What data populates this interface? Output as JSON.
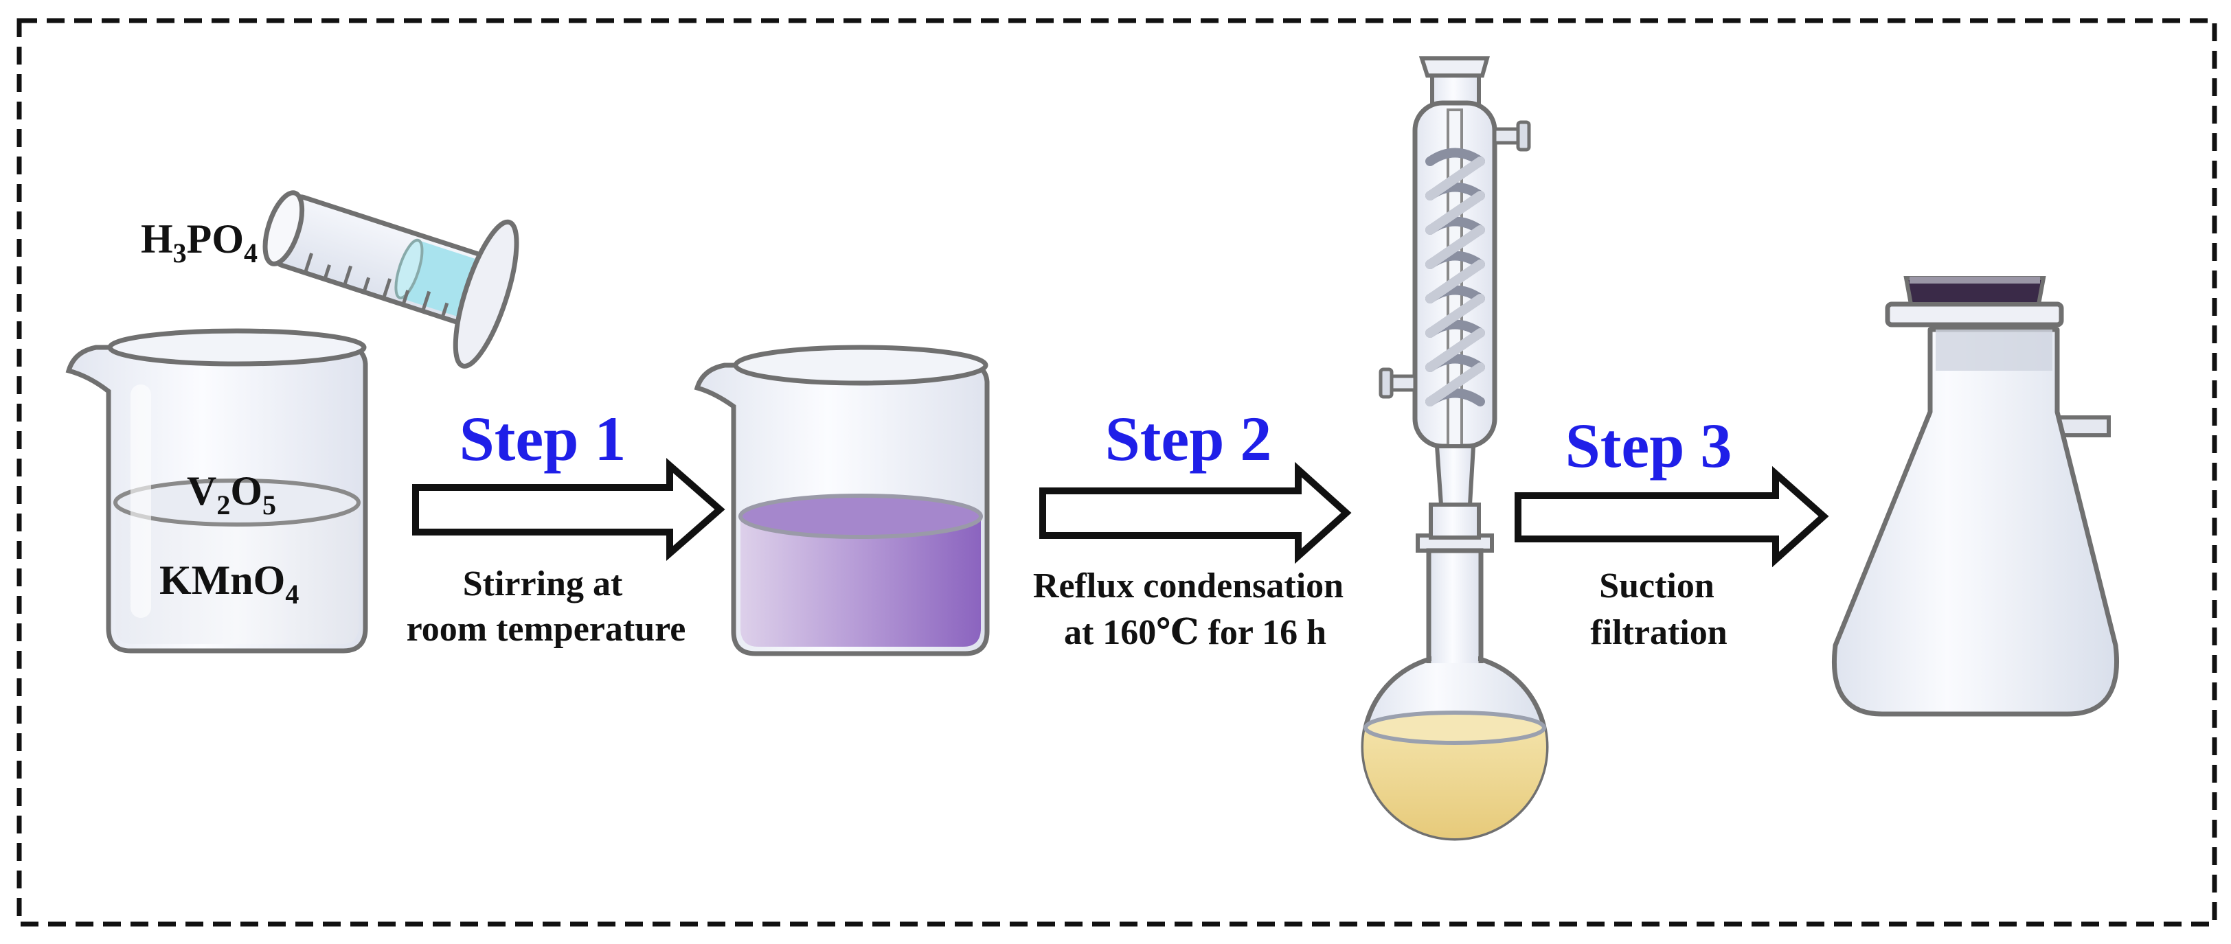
{
  "colors": {
    "step_text": "#1f1fe8",
    "frame": "#111111",
    "glass_edge": "#707070",
    "purple_solution": "#9a78c6",
    "yellow_solution": "#ecd592",
    "blue_reagent": "#a9e3ee",
    "stopper": "#3a2a48"
  },
  "reagents": {
    "h3po4": {
      "base": "H",
      "sub1": "3",
      "mid": "PO",
      "sub2": "4"
    },
    "v2o5": {
      "a": "V",
      "sub1": "2",
      "b": "O",
      "sub2": "5"
    },
    "kmno4": {
      "base": "KMnO",
      "sub": "4"
    }
  },
  "steps": [
    {
      "title": "Step 1",
      "caption_lines": [
        "Stirring at",
        "room temperature"
      ]
    },
    {
      "title": "Step 2",
      "caption_lines": [
        "Reflux condensation",
        "at 160℃ for 16 h"
      ]
    },
    {
      "title": "Step 3",
      "caption_lines": [
        "Suction",
        "filtration"
      ]
    }
  ],
  "apparatus_icons": [
    "beaker-with-solution-icon",
    "graduated-cylinder-icon",
    "beaker-purple-solution-icon",
    "reflux-condenser-icon",
    "round-bottom-flask-icon",
    "suction-flask-icon"
  ]
}
